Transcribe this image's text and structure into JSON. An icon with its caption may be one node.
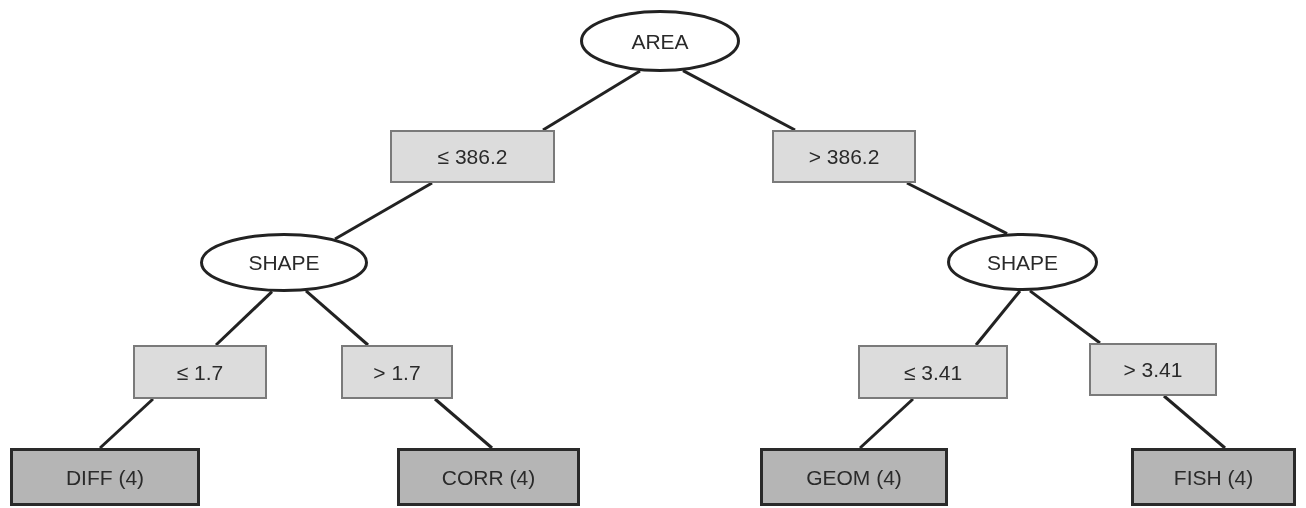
{
  "diagram": {
    "nodes": [
      {
        "text": [
          "AREA"
        ]
      },
      {
        "text": [
          "≤ 386.2"
        ]
      },
      {
        "text": [
          "> 386.2"
        ]
      },
      {
        "text": [
          "SHAPE"
        ]
      },
      {
        "text": [
          "SHAPE"
        ]
      },
      {
        "text": [
          "≤ 1.7"
        ]
      },
      {
        "text": [
          "> 1.7"
        ]
      },
      {
        "text": [
          "≤ 3.41"
        ]
      },
      {
        "text": [
          "> 3.41"
        ]
      },
      {
        "text": [
          "DIFF (4)"
        ]
      },
      {
        "text": [
          "CORR (4)"
        ]
      },
      {
        "text": [
          "GEOM (4)"
        ]
      },
      {
        "text": [
          "FISH (4)"
        ]
      }
    ],
    "edges": [
      {
        "from": 0,
        "to": 1,
        "arrow": "none"
      },
      {
        "from": 0,
        "to": 2,
        "arrow": "none"
      },
      {
        "from": 1,
        "to": 3,
        "arrow": "none"
      },
      {
        "from": 2,
        "to": 4,
        "arrow": "none"
      },
      {
        "from": 3,
        "to": 5,
        "arrow": "none"
      },
      {
        "from": 3,
        "to": 6,
        "arrow": "none"
      },
      {
        "from": 5,
        "to": 9,
        "arrow": "none"
      },
      {
        "from": 6,
        "to": 10,
        "arrow": "none"
      },
      {
        "from": 4,
        "to": 7,
        "arrow": "none"
      },
      {
        "from": 4,
        "to": 8,
        "arrow": "none"
      },
      {
        "from": 7,
        "to": 11,
        "arrow": "none"
      },
      {
        "from": 8,
        "to": 12,
        "arrow": "none"
      }
    ]
  }
}
